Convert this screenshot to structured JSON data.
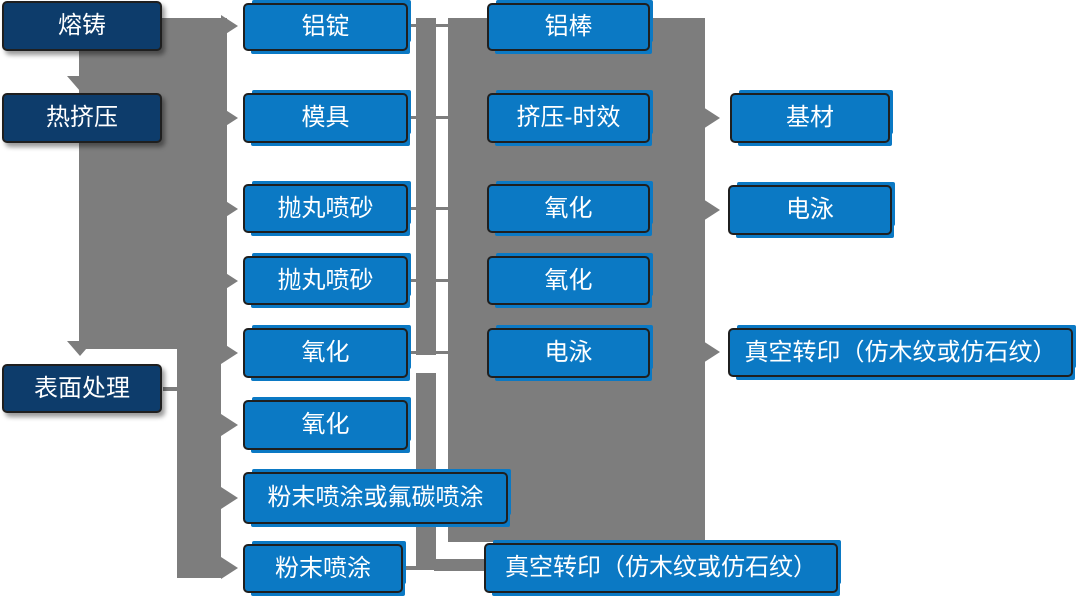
{
  "colors": {
    "box_blue": "#0b79c4",
    "box_navy": "#0d3c6b",
    "connector_gray": "#7d7d7d",
    "border_dark": "#1f1f1f",
    "text_white": "#ffffff"
  },
  "flow": {
    "col1": [
      "熔铸",
      "热挤压",
      "表面处理"
    ],
    "col2": [
      "铝锭",
      "模具",
      "抛丸喷砂",
      "抛丸喷砂",
      "氧化",
      "氧化",
      "粉末喷涂或氟碳喷涂",
      "粉末喷涂"
    ],
    "col3": [
      "铝棒",
      "挤压-时效",
      "氧化",
      "氧化",
      "电泳",
      "真空转印（仿木纹或仿石纹）"
    ],
    "col4": [
      "基材",
      "电泳",
      "真空转印（仿木纹或仿石纹）"
    ]
  }
}
